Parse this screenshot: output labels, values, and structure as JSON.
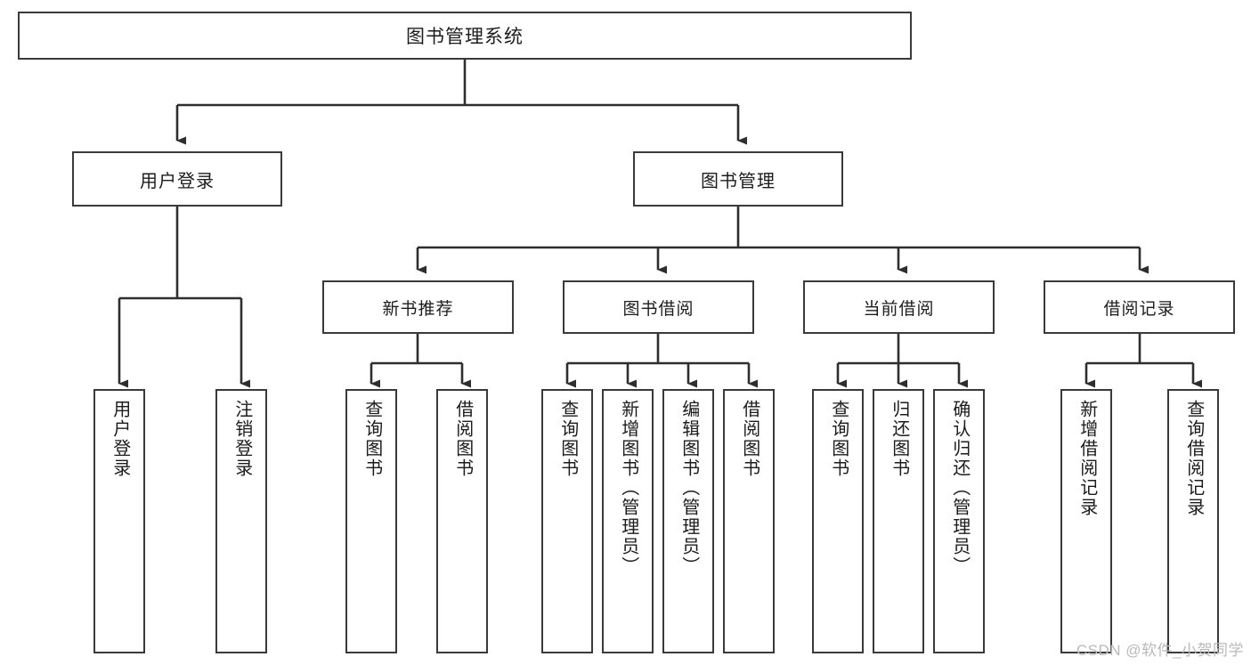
{
  "diagram": {
    "title": "图书管理系统",
    "type": "functional-structure-tree",
    "watermark": "CSDN @软件_小贺同学",
    "colors": {
      "border": "#3a3a3a",
      "background": "#ffffff",
      "text": "#1c1c1c",
      "watermark": "#b9b9b9"
    },
    "root": {
      "label": "图书管理系统"
    },
    "level2": [
      {
        "label": "用户登录"
      },
      {
        "label": "图书管理"
      }
    ],
    "level3": [
      {
        "label": "新书推荐"
      },
      {
        "label": "图书借阅"
      },
      {
        "label": "当前借阅"
      },
      {
        "label": "借阅记录"
      }
    ],
    "leaves": {
      "user_login": [
        {
          "label": "用户登录"
        },
        {
          "label": "注销登录"
        }
      ],
      "new_book": [
        {
          "label": "查询图书"
        },
        {
          "label": "借阅图书"
        }
      ],
      "book_borrow": [
        {
          "label": "查询图书"
        },
        {
          "label": "新增图书（管理员）"
        },
        {
          "label": "编辑图书（管理员）"
        },
        {
          "label": "借阅图书"
        }
      ],
      "current_borrow": [
        {
          "label": "查询图书"
        },
        {
          "label": "归还图书"
        },
        {
          "label": "确认归还（管理员）"
        }
      ],
      "borrow_record": [
        {
          "label": "新增借阅记录"
        },
        {
          "label": "查询借阅记录"
        }
      ]
    }
  }
}
